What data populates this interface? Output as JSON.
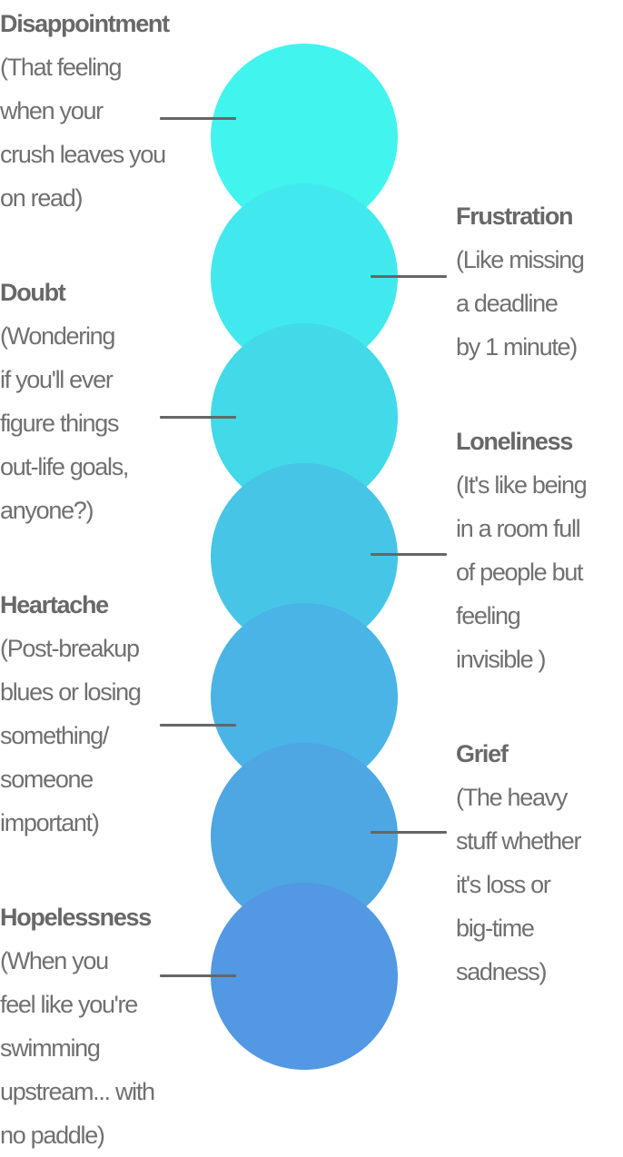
{
  "emotions": [
    {
      "title": "Disappointment",
      "lines": [
        "(That feeling",
        "when your",
        "crush leaves you",
        "on read)"
      ],
      "color": "#42F4EE"
    },
    {
      "title": "Frustration",
      "lines": [
        "(Like missing",
        "a  deadline",
        "by 1 minute)"
      ],
      "color": "#41E9EE"
    },
    {
      "title": "Doubt",
      "lines": [
        "(Wondering",
        "if you'll ever",
        "figure things",
        "out-life goals,",
        "anyone?)"
      ],
      "color": "#42D9E9"
    },
    {
      "title": "Loneliness",
      "lines": [
        "(It's like  being",
        "in a room full",
        "of  people but",
        "feeling",
        "invisible )"
      ],
      "color": "#47C5E7"
    },
    {
      "title": "Heartache",
      "lines": [
        "(Post-breakup",
        "blues or losing",
        "something/",
        "someone",
        "important)"
      ],
      "color": "#4AB4E6"
    },
    {
      "title": "Grief",
      "lines": [
        "(The heavy",
        "stuff whether",
        "it's loss or",
        "big-time",
        "sadness)"
      ],
      "color": "#4EA6E3"
    },
    {
      "title": "Hopelessness",
      "lines": [
        "(When  you",
        "feel like you're",
        "swimming",
        "upstream... with",
        "no paddle)"
      ],
      "color": "#5398E3"
    }
  ]
}
